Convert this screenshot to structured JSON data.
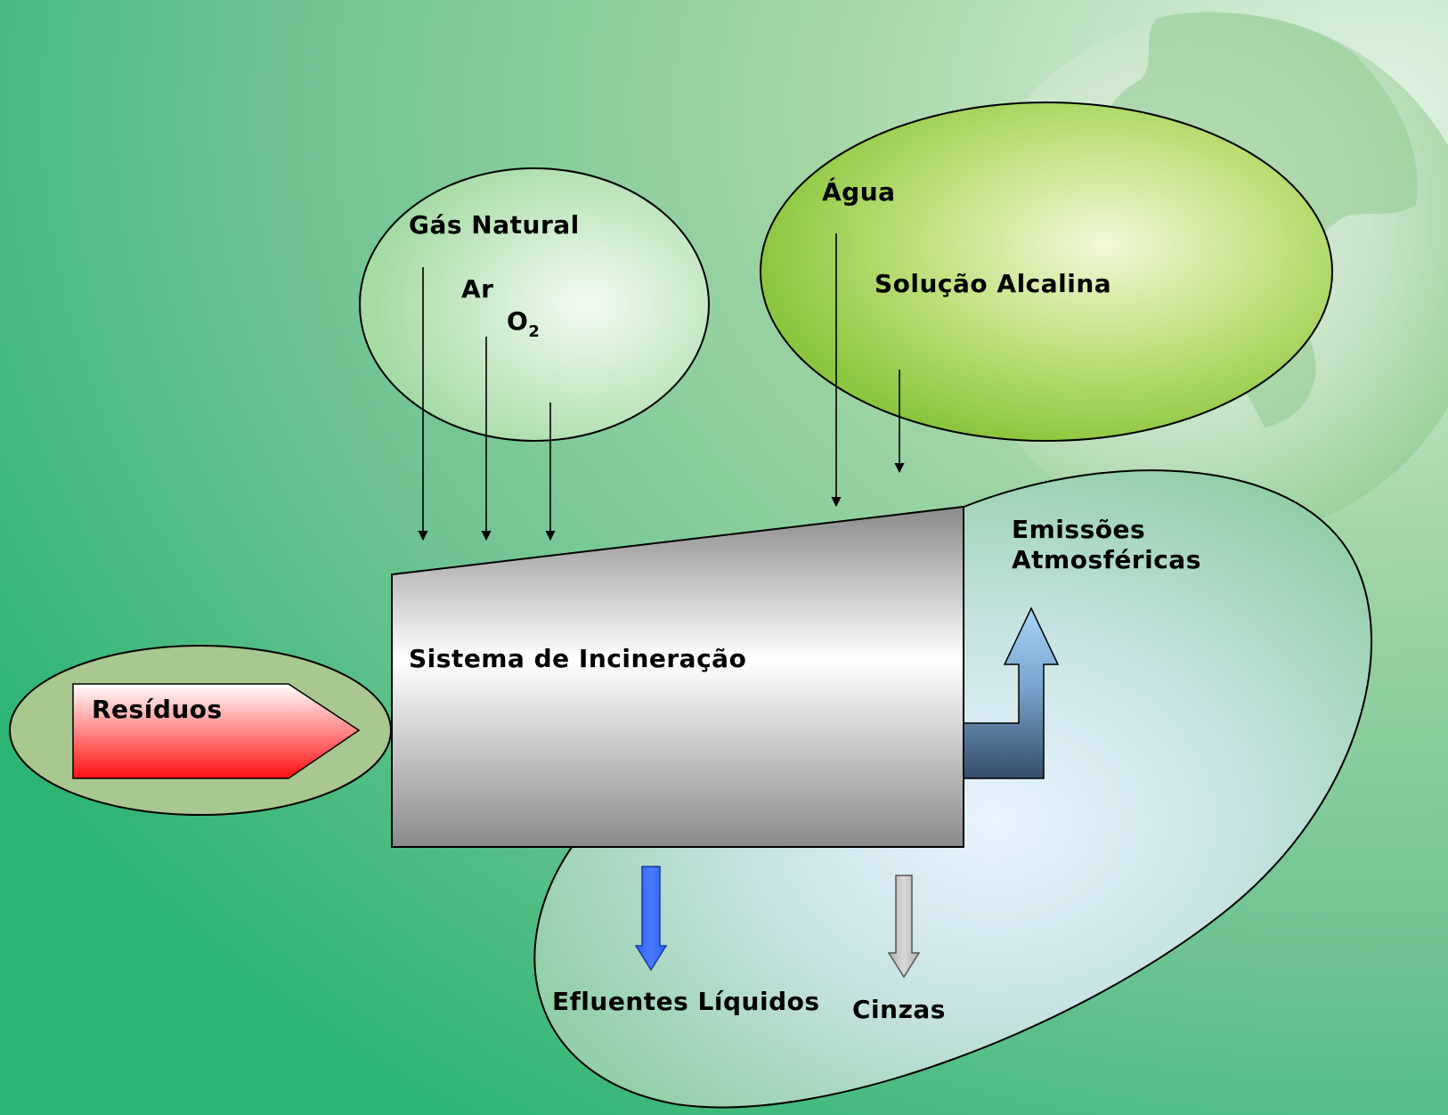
{
  "diagram": {
    "inputs_air_group": {
      "gas_natural": "Gás Natural",
      "ar": "Ar",
      "o2_main": "O",
      "o2_sub": "2"
    },
    "inputs_water_group": {
      "agua": "Água",
      "solucao_alcalina": "Solução Alcalina"
    },
    "residuos": "Resíduos",
    "sistema": "Sistema de Incineração",
    "emissoes_line1": "Emissões",
    "emissoes_line2": "Atmosféricas",
    "efluentes": "Efluentes Líquidos",
    "cinzas": "Cinzas"
  },
  "colors": {
    "background_left": "#2db573",
    "background_right": "#c9e8cc",
    "residuos_red": "#ff1a1a",
    "efluentes_blue": "#2e63ff",
    "cinzas_gray": "#bfbfbf",
    "emissoes_light_blue": "#8fc3f0",
    "emissoes_dark_blue": "#3b5573",
    "alcaline_green": "#8cc63f"
  }
}
